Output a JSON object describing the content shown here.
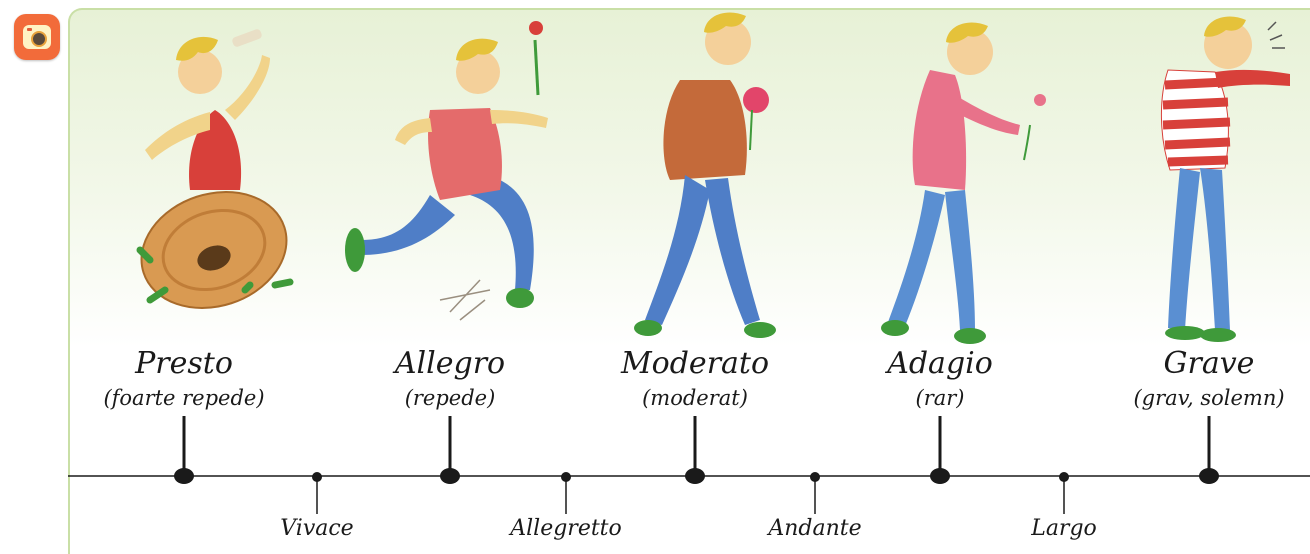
{
  "app_icon": {
    "name": "camera-app-icon"
  },
  "major_tempos": [
    {
      "name": "Presto",
      "translation": "(foarte repede)"
    },
    {
      "name": "Allegro",
      "translation": "(repede)"
    },
    {
      "name": "Moderato",
      "translation": "(moderat)"
    },
    {
      "name": "Adagio",
      "translation": "(rar)"
    },
    {
      "name": "Grave",
      "translation": "(grav, solemn)"
    }
  ],
  "minor_tempos": [
    "Vivace",
    "Allegretto",
    "Andante",
    "Largo"
  ],
  "colors": {
    "panel_border": "#c9dfa6",
    "timeline": "#1a1a1a",
    "background_tint": "#e7f1d6"
  }
}
